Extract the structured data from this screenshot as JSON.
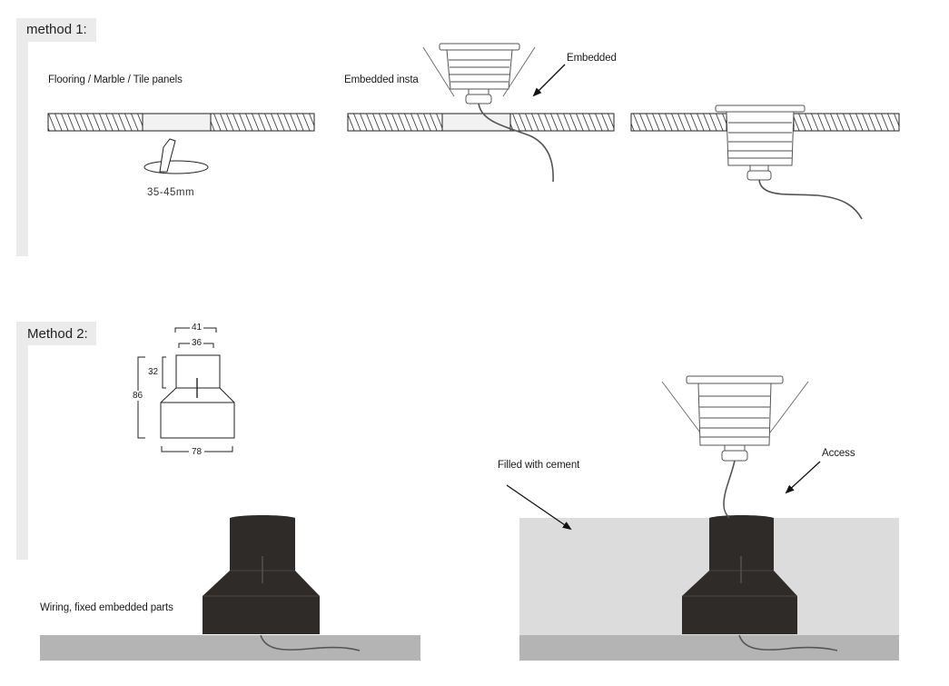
{
  "method1": {
    "heading": "method 1:",
    "panels_label": "Flooring / Marble / Tile panels",
    "hole_label": "35-45mm",
    "install_label": "Embedded insta",
    "embedded_label": "Embedded"
  },
  "method2": {
    "heading": "Method 2:",
    "dimensions": {
      "top_outer": "41",
      "top_inner": "36",
      "upper_height": "32",
      "total_height": "86",
      "base_width": "78"
    },
    "wiring_label": "Wiring, fixed embedded parts",
    "cement_label": "Filled with cement",
    "access_label": "Access"
  },
  "colors": {
    "panel_gray": "#ebebeb",
    "housing_dark": "#2e2b29",
    "cement_fill": "#dcdcdc",
    "ground": "#b4b4b4"
  }
}
